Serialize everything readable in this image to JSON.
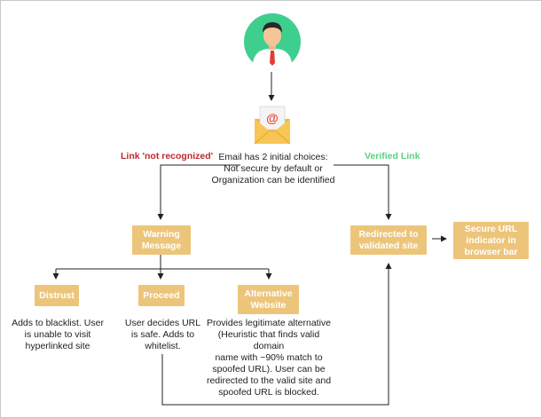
{
  "diagram": {
    "email_text": "Email has 2 initial choices:\nNot secure by default or\nOrganization can be identified",
    "label_not_recognized": "Link 'not recognized'",
    "label_verified": "Verified Link",
    "warning_box": "Warning\nMessage",
    "redirected_box": "Redirected to\nvalidated site",
    "secure_box": "Secure URL\nindicator in\nbrowser bar",
    "distrust_box": "Distrust",
    "proceed_box": "Proceed",
    "alternative_box": "Alternative\nWebsite",
    "distrust_desc": "Adds to blacklist. User\nis unable to visit\nhyperlinked site",
    "proceed_desc": "User decides URL\nis safe. Adds to\nwhitelist.",
    "alternative_desc": "Provides legitimate alternative\n(Heuristic that finds valid domain\nname with ~90% match to\nspoofed URL). User can be\nredirected to the valid site and\nspoofed URL is blocked."
  },
  "colors": {
    "box_fill": "#edc57a",
    "label_red": "#c0272d",
    "label_green": "#5ccf83",
    "avatar_bg": "#3ecf8e",
    "envelope": "#f2b63c"
  },
  "icons": [
    "user-avatar-icon",
    "email-envelope-icon"
  ]
}
